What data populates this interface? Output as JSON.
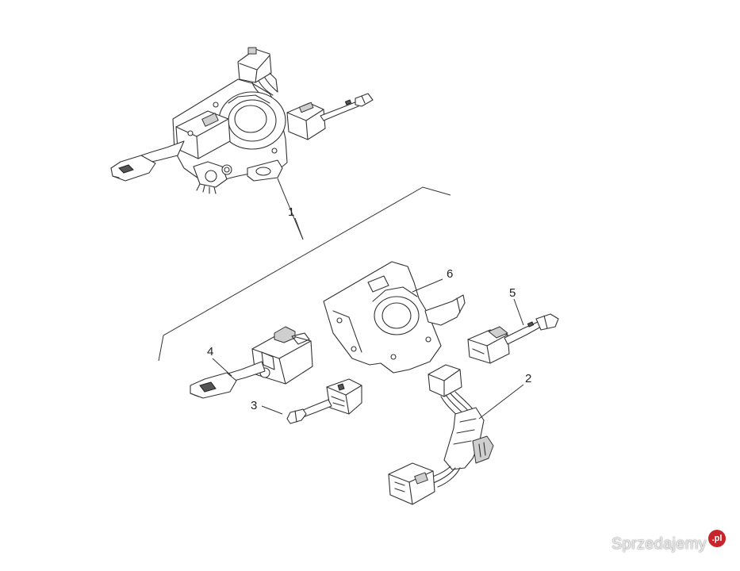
{
  "diagram": {
    "callouts": [
      {
        "id": "1",
        "text": "1"
      },
      {
        "id": "2",
        "text": "2"
      },
      {
        "id": "3",
        "text": "3"
      },
      {
        "id": "4",
        "text": "4"
      },
      {
        "id": "5",
        "text": "5"
      },
      {
        "id": "6",
        "text": "6"
      }
    ]
  },
  "watermark": {
    "text": "Sprzedajemy",
    "badge": ".pl"
  }
}
